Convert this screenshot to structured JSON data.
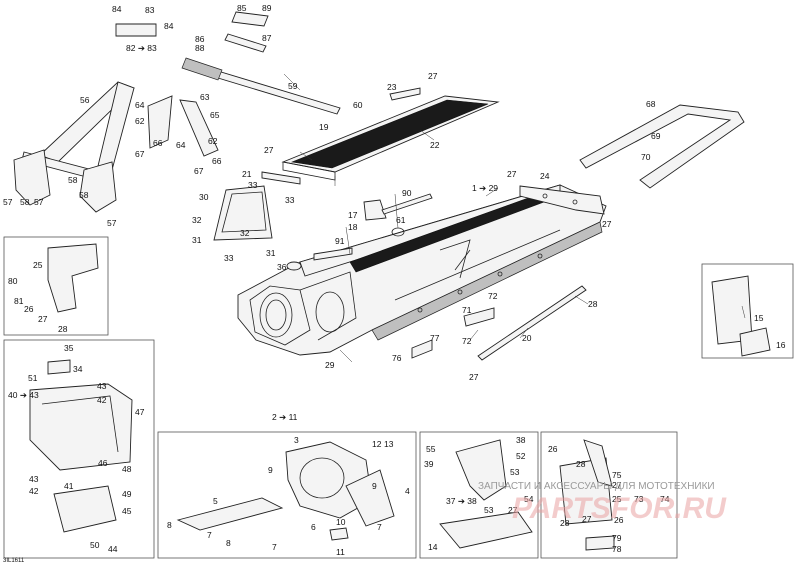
{
  "diagram_code": "3IL1611",
  "watermark": {
    "tagline": "ЗАПЧАСТИ И АКСЕССУАРЫ ДЛЯ МОТОТЕХНИКИ",
    "brand": "PARTSFOR.RU"
  },
  "callouts": [
    {
      "id": "c84a",
      "text": "84"
    },
    {
      "id": "c83a",
      "text": "83"
    },
    {
      "id": "c84b",
      "text": "84"
    },
    {
      "id": "c82",
      "text": "82 ➔ 83"
    },
    {
      "id": "c85",
      "text": "85"
    },
    {
      "id": "c89",
      "text": "89"
    },
    {
      "id": "c86",
      "text": "86"
    },
    {
      "id": "c88",
      "text": "88"
    },
    {
      "id": "c87",
      "text": "87"
    },
    {
      "id": "c59",
      "text": "59"
    },
    {
      "id": "c60",
      "text": "60"
    },
    {
      "id": "c19",
      "text": "19"
    },
    {
      "id": "c56",
      "text": "56"
    },
    {
      "id": "c64a",
      "text": "64"
    },
    {
      "id": "c63",
      "text": "63"
    },
    {
      "id": "c62a",
      "text": "62"
    },
    {
      "id": "c65",
      "text": "65"
    },
    {
      "id": "c66a",
      "text": "66"
    },
    {
      "id": "c67a",
      "text": "67"
    },
    {
      "id": "c64b",
      "text": "64"
    },
    {
      "id": "c62b",
      "text": "62"
    },
    {
      "id": "c66b",
      "text": "66"
    },
    {
      "id": "c67b",
      "text": "67"
    },
    {
      "id": "c58a",
      "text": "58"
    },
    {
      "id": "c58b",
      "text": "58"
    },
    {
      "id": "c57a",
      "text": "57"
    },
    {
      "id": "c58c",
      "text": "58"
    },
    {
      "id": "c57b",
      "text": "57"
    },
    {
      "id": "c57c",
      "text": "57"
    },
    {
      "id": "c23",
      "text": "23"
    },
    {
      "id": "c27a",
      "text": "27"
    },
    {
      "id": "c22",
      "text": "22"
    },
    {
      "id": "c27b",
      "text": "27"
    },
    {
      "id": "c68",
      "text": "68"
    },
    {
      "id": "c69",
      "text": "69"
    },
    {
      "id": "c70",
      "text": "70"
    },
    {
      "id": "c21",
      "text": "21"
    },
    {
      "id": "c33a",
      "text": "33"
    },
    {
      "id": "c30",
      "text": "30"
    },
    {
      "id": "c33b",
      "text": "33"
    },
    {
      "id": "c32a",
      "text": "32"
    },
    {
      "id": "c32b",
      "text": "32"
    },
    {
      "id": "c31a",
      "text": "31"
    },
    {
      "id": "c31b",
      "text": "31"
    },
    {
      "id": "c33c",
      "text": "33"
    },
    {
      "id": "c90",
      "text": "90"
    },
    {
      "id": "c129",
      "text": "1 ➔ 29"
    },
    {
      "id": "c27c",
      "text": "27"
    },
    {
      "id": "c24",
      "text": "24"
    },
    {
      "id": "c27d",
      "text": "27"
    },
    {
      "id": "c17",
      "text": "17"
    },
    {
      "id": "c18",
      "text": "18"
    },
    {
      "id": "c61",
      "text": "61"
    },
    {
      "id": "c91",
      "text": "91"
    },
    {
      "id": "c36",
      "text": "36"
    },
    {
      "id": "c25a",
      "text": "25"
    },
    {
      "id": "c80",
      "text": "80"
    },
    {
      "id": "c81",
      "text": "81"
    },
    {
      "id": "c26a",
      "text": "26"
    },
    {
      "id": "c27e",
      "text": "27"
    },
    {
      "id": "c28a",
      "text": "28"
    },
    {
      "id": "c72a",
      "text": "72"
    },
    {
      "id": "c71",
      "text": "71"
    },
    {
      "id": "c72b",
      "text": "72"
    },
    {
      "id": "c28b",
      "text": "28"
    },
    {
      "id": "c20",
      "text": "20"
    },
    {
      "id": "c77",
      "text": "77"
    },
    {
      "id": "c76",
      "text": "76"
    },
    {
      "id": "c29",
      "text": "29"
    },
    {
      "id": "c27f",
      "text": "27"
    },
    {
      "id": "c15",
      "text": "15"
    },
    {
      "id": "c16",
      "text": "16"
    },
    {
      "id": "c35",
      "text": "35"
    },
    {
      "id": "c34",
      "text": "34"
    },
    {
      "id": "c51",
      "text": "51"
    },
    {
      "id": "c43a",
      "text": "43"
    },
    {
      "id": "c40",
      "text": "40 ➔ 43"
    },
    {
      "id": "c42a",
      "text": "42"
    },
    {
      "id": "c47",
      "text": "47"
    },
    {
      "id": "c46",
      "text": "46"
    },
    {
      "id": "c48",
      "text": "48"
    },
    {
      "id": "c43b",
      "text": "43"
    },
    {
      "id": "c42b",
      "text": "42"
    },
    {
      "id": "c41",
      "text": "41"
    },
    {
      "id": "c49",
      "text": "49"
    },
    {
      "id": "c45",
      "text": "45"
    },
    {
      "id": "c50",
      "text": "50"
    },
    {
      "id": "c44",
      "text": "44"
    },
    {
      "id": "c211",
      "text": "2 ➔ 11"
    },
    {
      "id": "c3",
      "text": "3"
    },
    {
      "id": "c12",
      "text": "12"
    },
    {
      "id": "c13",
      "text": "13"
    },
    {
      "id": "c9a",
      "text": "9"
    },
    {
      "id": "c9b",
      "text": "9"
    },
    {
      "id": "c4",
      "text": "4"
    },
    {
      "id": "c5",
      "text": "5"
    },
    {
      "id": "c8a",
      "text": "8"
    },
    {
      "id": "c7a",
      "text": "7"
    },
    {
      "id": "c6",
      "text": "6"
    },
    {
      "id": "c10",
      "text": "10"
    },
    {
      "id": "c7b",
      "text": "7"
    },
    {
      "id": "c8b",
      "text": "8"
    },
    {
      "id": "c11",
      "text": "11"
    },
    {
      "id": "c7c",
      "text": "7"
    },
    {
      "id": "c55",
      "text": "55"
    },
    {
      "id": "c38a",
      "text": "38"
    },
    {
      "id": "c52",
      "text": "52"
    },
    {
      "id": "c39",
      "text": "39"
    },
    {
      "id": "c53a",
      "text": "53"
    },
    {
      "id": "c37",
      "text": "37 ➔ 38"
    },
    {
      "id": "c54",
      "text": "54"
    },
    {
      "id": "c53b",
      "text": "53"
    },
    {
      "id": "c27g",
      "text": "27"
    },
    {
      "id": "c14",
      "text": "14"
    },
    {
      "id": "c26b",
      "text": "26"
    },
    {
      "id": "c28c",
      "text": "28"
    },
    {
      "id": "c75",
      "text": "75"
    },
    {
      "id": "c27h",
      "text": "27"
    },
    {
      "id": "c25b",
      "text": "25"
    },
    {
      "id": "c73",
      "text": "73"
    },
    {
      "id": "c74",
      "text": "74"
    },
    {
      "id": "c28d",
      "text": "28"
    },
    {
      "id": "c26c",
      "text": "26"
    },
    {
      "id": "c27i",
      "text": "27"
    },
    {
      "id": "c79",
      "text": "79"
    },
    {
      "id": "c78",
      "text": "78"
    }
  ]
}
